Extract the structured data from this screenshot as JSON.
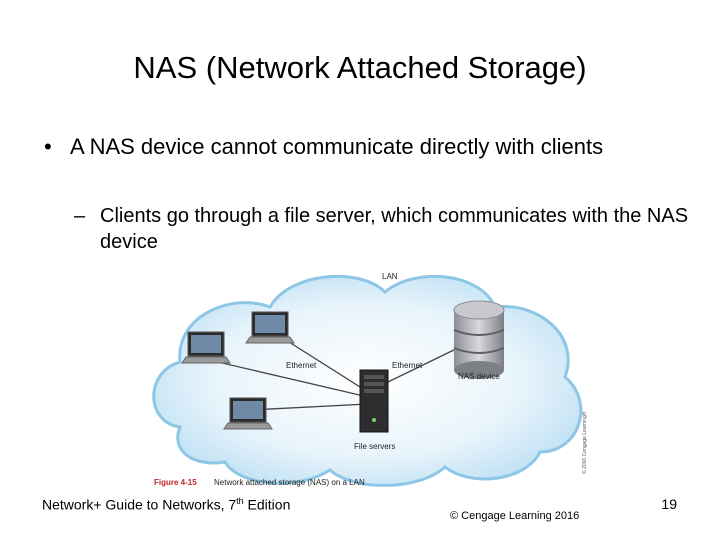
{
  "slide": {
    "title": "NAS (Network Attached Storage)",
    "bullet_marker": "•",
    "bullet_text": "A NAS device cannot communicate directly with clients",
    "sub_marker": "–",
    "sub_bullet_text": "Clients go through a file server, which communicates with the NAS device"
  },
  "figure": {
    "label_lan": "LAN",
    "label_ethernet_left": "Ethernet",
    "label_ethernet_right": "Ethernet",
    "label_nas": "NAS device",
    "label_file_servers": "File servers",
    "caption_number": "Figure 4-15",
    "caption_text": "Network attached storage (NAS) on a LAN",
    "copyright": "© 2016 Cengage Learning®",
    "colors": {
      "cloud_fill": "#cfe8f7",
      "cloud_edge": "#8ec6e6",
      "caption_red": "#c0272d"
    }
  },
  "footer": {
    "book_prefix": "Network+ Guide to Networks, 7",
    "book_sup": "th",
    "book_suffix": " Edition",
    "publisher": "© Cengage Learning  2016",
    "page": "19"
  }
}
